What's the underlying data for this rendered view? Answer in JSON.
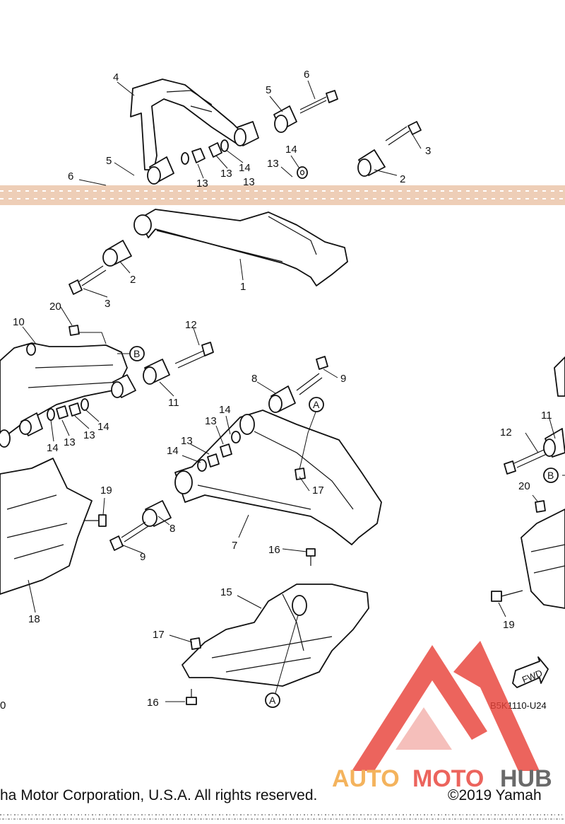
{
  "callouts": {
    "c1": "1",
    "c2a": "2",
    "c2b": "2",
    "c3a": "3",
    "c3b": "3",
    "c4": "4",
    "c5a": "5",
    "c5b": "5",
    "c6a": "6",
    "c6b": "6",
    "c7": "7",
    "c8a": "8",
    "c8b": "8",
    "c9a": "9",
    "c9b": "9",
    "c10": "10",
    "c11a": "11",
    "c11b": "11",
    "c12a": "12",
    "c12b": "12",
    "c13a": "13",
    "c13b": "13",
    "c13c": "13",
    "c13d": "13",
    "c13e": "13",
    "c13f": "13",
    "c13g": "13",
    "c14a": "14",
    "c14b": "14",
    "c14c": "14",
    "c14d": "14",
    "c14e": "14",
    "c14f": "14",
    "c15": "15",
    "c16a": "16",
    "c16b": "16",
    "c17a": "17",
    "c17b": "17",
    "c18": "18",
    "c19a": "19",
    "c19b": "19",
    "c20a": "20",
    "c20b": "20"
  },
  "refs": {
    "a1": "A",
    "a2": "A",
    "b1": "B",
    "b2": "B"
  },
  "fwd": "FWD",
  "diagram_code": "B5K1110-U24",
  "edge_code": "0",
  "footer": {
    "rights": "ha Motor Corporation, U.S.A. All rights reserved.",
    "copyright": "©2019 Yamah"
  },
  "watermark": {
    "part1": "AUTO",
    "part2": "MOTO",
    "part3": "HUB"
  },
  "colors": {
    "watermark_red": "#e8433a",
    "watermark_orange": "#f2a33a",
    "watermark_dark": "#4a4a4a",
    "band": "#e0a57c"
  }
}
